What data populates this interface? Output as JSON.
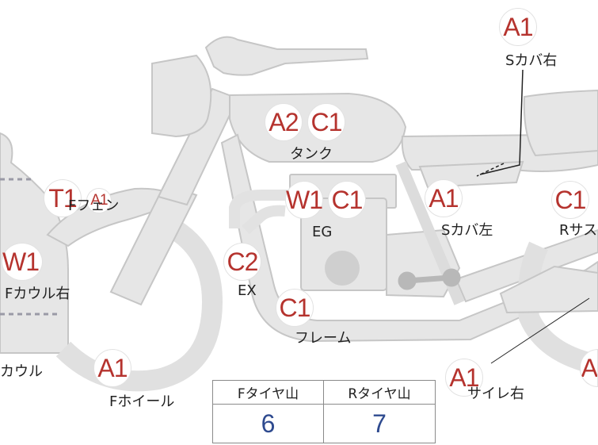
{
  "badges": {
    "a1_scover_right": "A1",
    "a2_tank": "A2",
    "c1_tank": "C1",
    "t1_ffender": "T1",
    "a1_ffender": "A1",
    "w1_eg": "W1",
    "c1_eg": "C1",
    "a1_scover_left": "A1",
    "c1_rsus": "C1",
    "w1_fcowl": "W1",
    "c2_ex": "C2",
    "c1_frame": "C1",
    "a1_fwheel": "A1",
    "a1_side_right": "A1",
    "a_partial_right": "A"
  },
  "labels": {
    "scover_right": "Sカバ右",
    "tank": "タンク",
    "ffender": "Fフェン",
    "eg": "EG",
    "scover_left": "Sカバ左",
    "rsus": "Rサス",
    "fcowl_right": "Fカウル右",
    "ex": "EX",
    "frame": "フレーム",
    "cowl_partial": "カウル",
    "fwheel": "Fホイール",
    "side_right": "サイレ右"
  },
  "tire_table": {
    "front_header": "Fタイヤ山",
    "rear_header": "Rタイヤ山",
    "front_value": "6",
    "rear_value": "7"
  },
  "colors": {
    "badge_text": "#b5332e",
    "table_value": "#2e4a8f",
    "part_fill": "#e6e6e6",
    "part_outline": "#c8c8c8"
  }
}
